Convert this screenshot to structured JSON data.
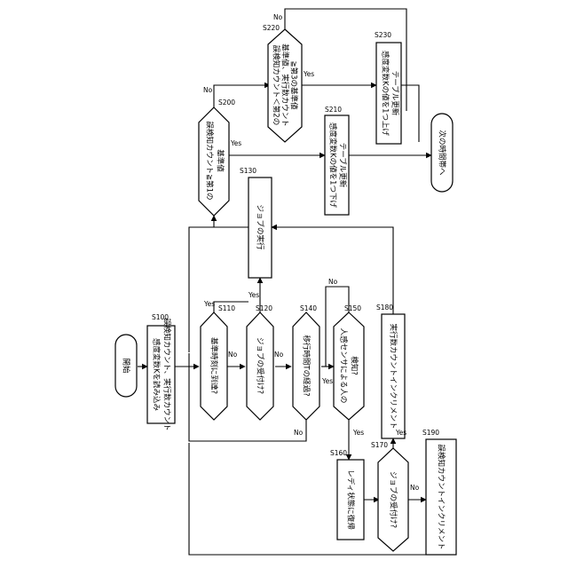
{
  "flow": {
    "start": "開始",
    "end": "次の時間帯へ",
    "steps": {
      "S100": {
        "id": "S100",
        "lines": [
          "感度変数Kを読み込み",
          "誤検知カウント、実行数カウント"
        ]
      },
      "S110": {
        "id": "S110",
        "lines": [
          "基準時刻に到達?"
        ]
      },
      "S120": {
        "id": "S120",
        "lines": [
          "ジョブの受付け?"
        ]
      },
      "S130": {
        "id": "S130",
        "lines": [
          "ジョブの実行"
        ]
      },
      "S140": {
        "id": "S140",
        "lines": [
          "移行時間Tの経過?"
        ]
      },
      "S150": {
        "id": "S150",
        "lines": [
          "人感センサによる人の",
          "検知?"
        ]
      },
      "S160": {
        "id": "S160",
        "lines": [
          "レディ状態に復帰"
        ]
      },
      "S170": {
        "id": "S170",
        "lines": [
          "ジョブの受付け?"
        ]
      },
      "S180": {
        "id": "S180",
        "lines": [
          "実行数カウントインクリメント"
        ]
      },
      "S190": {
        "id": "S190",
        "lines": [
          "誤検知カウントインクリメント"
        ]
      },
      "S200": {
        "id": "S200",
        "lines": [
          "誤検知カウント≧第1の",
          "基準値"
        ]
      },
      "S210": {
        "id": "S210",
        "lines": [
          "感度変数Kの値を1つ下げ",
          "テーブル更新"
        ]
      },
      "S220": {
        "id": "S220",
        "lines": [
          "誤検知カウント＜第2の",
          "基準値、実行数カウント",
          "≧第3の基準値"
        ]
      },
      "S230": {
        "id": "S230",
        "lines": [
          "感度変数Kの値を1つ上げ",
          "テーブル更新"
        ]
      }
    },
    "labels": {
      "yes": "Yes",
      "no": "No"
    }
  }
}
